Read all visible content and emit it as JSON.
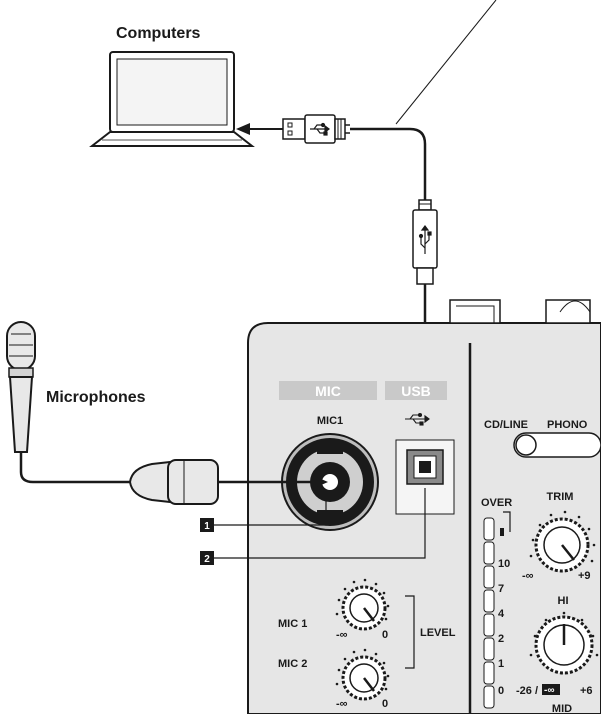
{
  "labels": {
    "computers": "Computers",
    "microphones": "Microphones"
  },
  "panel": {
    "mic_header": "MIC",
    "usb_header": "USB",
    "mic1_label": "MIC1",
    "cd_line": "CD/LINE",
    "phono": "PHONO",
    "over": "OVER",
    "trim": "TRIM",
    "hi": "HI",
    "mid": "MID",
    "mic1_knob": "MIC 1",
    "mic2_knob": "MIC 2",
    "level": "LEVEL",
    "minus_inf": "-∞",
    "zero": "0",
    "plus9": "+9",
    "minus26": "-26 /",
    "plus6": "+6",
    "meter_scale": [
      "10",
      "7",
      "4",
      "2",
      "1",
      "0"
    ]
  },
  "callouts": [
    "1",
    "2"
  ],
  "colors": {
    "panel_fill": "#e6e6e6",
    "header_fill": "#c9c9c9",
    "line": "#1a1a1a",
    "callout_fill": "#1a1a1a"
  },
  "icons": [
    "usb-symbol-icon",
    "laptop-icon",
    "microphone-icon"
  ]
}
